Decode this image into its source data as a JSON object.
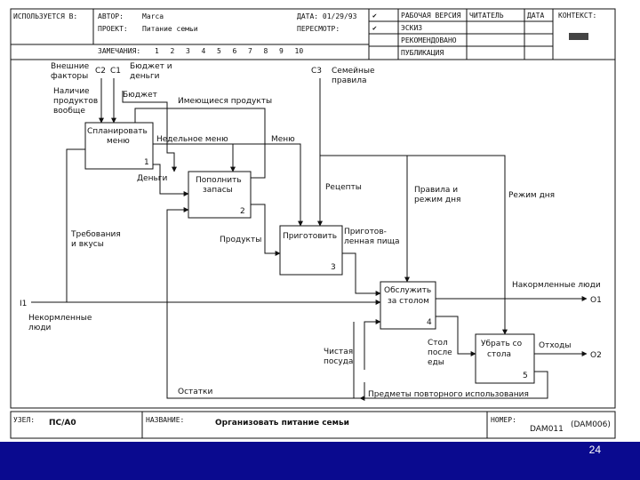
{
  "header": {
    "used_at": "ИСПОЛЬЗУЕТСЯ В:",
    "author_label": "АВТОР:",
    "author": "Marca",
    "date_label": "ДАТА: 01/29/93",
    "project_label": "ПРОЕКТ:",
    "project": "Питание семьи",
    "revision_label": "ПЕРЕСМОТР:",
    "notes_label": "ЗАМЕЧАНИЯ:",
    "notes_numbers": [
      "1",
      "2",
      "3",
      "4",
      "5",
      "6",
      "7",
      "8",
      "9",
      "10"
    ],
    "status": [
      {
        "label": "РАБОЧАЯ ВЕРСИЯ",
        "checked": true
      },
      {
        "label": "ЭСКИЗ",
        "checked": true
      },
      {
        "label": "РЕКОМЕНДОВАНО",
        "checked": false
      },
      {
        "label": "ПУБЛИКАЦИЯ",
        "checked": false
      }
    ],
    "reader_label": "ЧИТАТЕЛЬ",
    "date2_label": "ДАТА",
    "context_label": "КОНТЕКСТ:",
    "check_mark": "✔"
  },
  "boxes": [
    {
      "label": [
        "Спланировать",
        "меню"
      ],
      "number": "1"
    },
    {
      "label": [
        "Пополнить",
        "запасы"
      ],
      "number": "2"
    },
    {
      "label": [
        "Приготовить"
      ],
      "number": "3"
    },
    {
      "label": [
        "Обслужить",
        "за столом"
      ],
      "number": "4"
    },
    {
      "label": [
        "Убрать со",
        "стола"
      ],
      "number": "5"
    }
  ],
  "arrows": {
    "external_factors": [
      "Внешние",
      "факторы"
    ],
    "c2": "C2",
    "c1": "C1",
    "budget_money": [
      "Бюджет и",
      "деньги"
    ],
    "products_availability": [
      "Наличие",
      "продуктов",
      "вообще"
    ],
    "budget": "Бюджет",
    "available_products": "Имеющиеся продукты",
    "c3": "C3",
    "family_rules": [
      "Семейные",
      "правила"
    ],
    "weekly_menu": "Недельное меню",
    "menu": "Меню",
    "money": "Деньги",
    "recipes": "Рецепты",
    "rules_schedule": [
      "Правила и",
      "режим дня"
    ],
    "schedule": "Режим дня",
    "requirements": [
      "Требования",
      "и вкусы"
    ],
    "products": "Продукты",
    "cooked_food": [
      "Приготов-",
      "ленная пища"
    ],
    "fed_people": "Накормленные люди",
    "o1": "O1",
    "i1": "I1",
    "hungry_people": [
      "Некормленные",
      "люди"
    ],
    "clean_dishes": [
      "Чистая",
      "посуда"
    ],
    "table_after": [
      "Стол",
      "после",
      "еды"
    ],
    "waste": "Отходы",
    "o2": "O2",
    "leftovers": "Остатки",
    "reuse_items": "Предметы повторного использования"
  },
  "footer_block": {
    "node_label": "УЗЕЛ:",
    "node": "ПС/А0",
    "title_label": "НАЗВАНИЕ:",
    "title": "Организовать питание семьи",
    "number_label": "НОМЕР:",
    "number": "DAM011",
    "number_alt": "(DAM006)"
  },
  "page_number": "24",
  "colors": {
    "footer": "#0a0a8f",
    "ink": "#111111"
  }
}
